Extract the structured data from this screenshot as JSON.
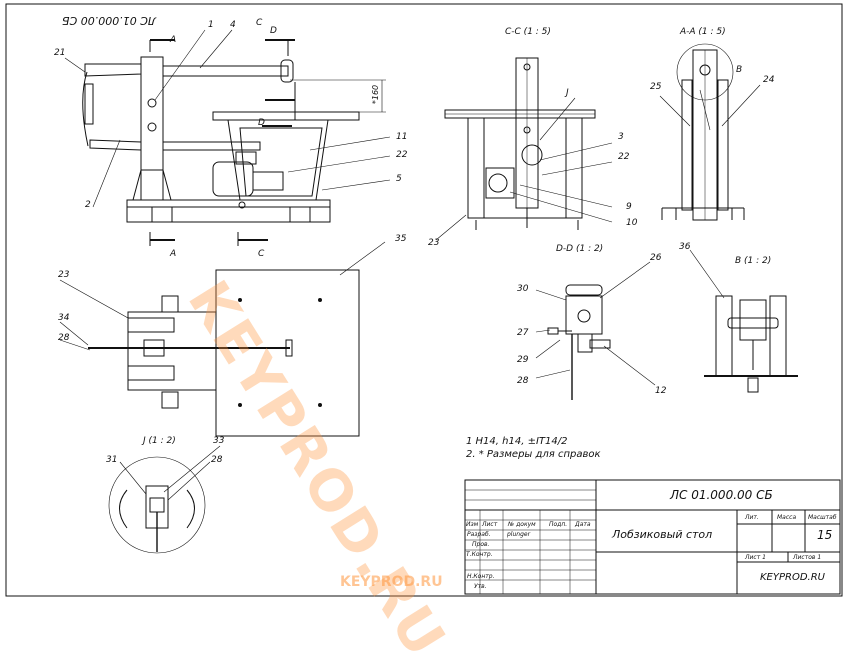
{
  "stamp_code": "ЛС 01.000.00 СБ",
  "views": {
    "section_cc": "С-С (1 : 5)",
    "section_aa": "А-А (1 : 5)",
    "section_dd": "D-D (1 : 2)",
    "view_b": "В (1 : 2)",
    "view_j": "J (1 : 2)"
  },
  "cut_letters": {
    "a_top": "А",
    "a_bottom": "А",
    "c_top": "С",
    "c_bottom": "С",
    "d_top": "D",
    "d_mid": "D",
    "j": "J",
    "b": "В"
  },
  "dimension": "*160",
  "callouts": {
    "p1": "1",
    "p2": "2",
    "p3": "3",
    "p4": "4",
    "p5": "5",
    "p9": "9",
    "p10": "10",
    "p11": "11",
    "p12": "12",
    "p21": "21",
    "p22a": "22",
    "p22b": "22",
    "p23a": "23",
    "p23b": "23",
    "p24": "24",
    "p25": "25",
    "p26": "26",
    "p27": "27",
    "p28a": "28",
    "p28b": "28",
    "p28c": "28",
    "p29": "29",
    "p30": "30",
    "p31": "31",
    "p33": "33",
    "p34": "34",
    "p35": "35",
    "p36": "36"
  },
  "notes": {
    "line1": "1 Н14, h14, ±IT14/2",
    "line2": "2. * Размеры для справок"
  },
  "title_block": {
    "code": "ЛС 01.000.00 СБ",
    "name": "Лобзиковый стол",
    "scale_value": "15",
    "hdr_lit": "Лит.",
    "hdr_mass": "Масса",
    "hdr_scale": "Масштаб",
    "sheet": "Лист 1",
    "sheets": "Листов 1",
    "company": "KEYPROD.RU",
    "rows": {
      "izm": "Изм",
      "list": "Лист",
      "doc": "№ докум",
      "sign": "Подп.",
      "date": "Дата",
      "razrab": "Разраб.",
      "razrab_name": "plunger",
      "prov": "Пров.",
      "tkontr": "Т.Контр.",
      "nkontr": "Н.Контр.",
      "utv": "Утв."
    }
  },
  "watermark": "KEYPROD.RU",
  "footer_watermark": "KEYPROD.RU"
}
